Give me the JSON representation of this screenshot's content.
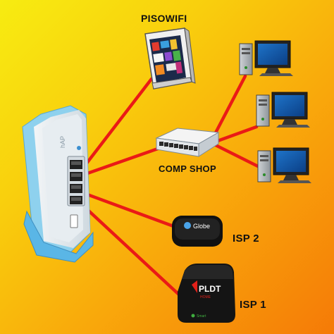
{
  "labels": {
    "pisowifi": "PISOWIFI",
    "comp_shop": "COMP SHOP",
    "isp2": "ISP 2",
    "isp1": "ISP 1"
  },
  "devices": {
    "router": {
      "brand_text": "hAP"
    },
    "pocket_wifi": {
      "brand_text": "Globe"
    },
    "modem": {
      "brand_text": "PLDT",
      "sub_text": "HOME",
      "footer_text": "Smart"
    }
  },
  "colors": {
    "link": "#ea1a16",
    "background_top": "#f7ec11",
    "background_bottom": "#f57a07",
    "router_blue": "#8ed1ee"
  },
  "icons": [
    "router-icon",
    "pisowifi-machine-icon",
    "network-switch-icon",
    "desktop-computer-icon",
    "pocket-wifi-icon",
    "modem-icon"
  ]
}
